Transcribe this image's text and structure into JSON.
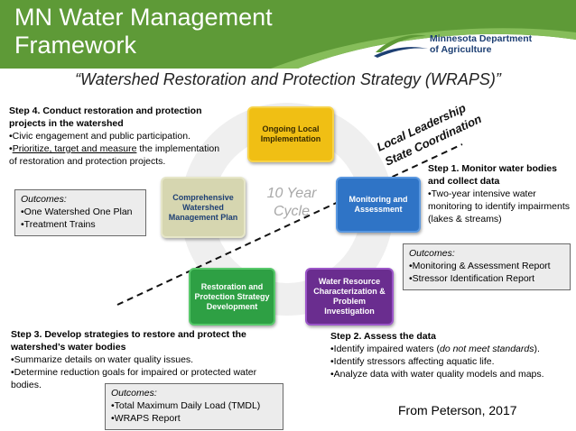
{
  "header": {
    "title": "MN Water Management Framework",
    "logo_line1": "Minnesota Department",
    "logo_line2": "of Agriculture",
    "bg_color": "#5e9a37"
  },
  "subtitle": "“Watershed Restoration and Protection Strategy (WRAPS)”",
  "diagram": {
    "center_label": "10 Year Cycle",
    "leadership_label": "Local Leadership",
    "coordination_label": "State Coordination",
    "nodes": [
      {
        "label": "Ongoing Local Implementation",
        "color": "#f0bf14"
      },
      {
        "label": "Monitoring and Assessment",
        "color": "#2f74c6"
      },
      {
        "label": "Water Resource Characterization & Problem Investigation",
        "color": "#6a2d8f"
      },
      {
        "label": "Restoration and Protection Strategy Development",
        "color": "#2ea044"
      },
      {
        "label": "Comprehensive Watershed Management Plan",
        "color": "#d6d6b0"
      }
    ]
  },
  "step4": {
    "heading": "Step 4. Conduct restoration and protection projects in the watershed",
    "bullet1": "•Civic engagement and public participation.",
    "bullet2_prefix": "•",
    "bullet2_underlined": "Prioritize, target and measure",
    "bullet2_suffix": " the implementation of restoration and protection projects.",
    "outcomes_heading": "Outcomes:",
    "outcomes": [
      "•One Watershed One Plan",
      "•Treatment Trains"
    ]
  },
  "step1": {
    "heading": "Step 1. Monitor water bodies and collect data",
    "bullet1": "•Two-year intensive water monitoring to identify impairments (lakes & streams)",
    "outcomes_heading": "Outcomes:",
    "outcomes": [
      "•Monitoring & Assessment Report",
      "•Stressor Identification Report"
    ]
  },
  "step3": {
    "heading": "Step 3. Develop strategies to restore and protect the watershed’s water bodies",
    "bullet1": "•Summarize details on water quality issues.",
    "bullet2": "•Determine reduction goals for impaired or protected water bodies.",
    "outcomes_heading": "Outcomes:",
    "outcomes": [
      "•Total Maximum Daily Load (TMDL)",
      "•WRAPS Report"
    ]
  },
  "step2": {
    "heading": "Step 2. Assess the data",
    "bullet1_prefix": "•Identify impaired waters (",
    "bullet1_italic": "do not meet standards",
    "bullet1_suffix": ").",
    "bullet2": "•Identify stressors affecting aquatic life.",
    "bullet3": "•Analyze data with water quality models and maps."
  },
  "credit": "From Peterson, 2017"
}
